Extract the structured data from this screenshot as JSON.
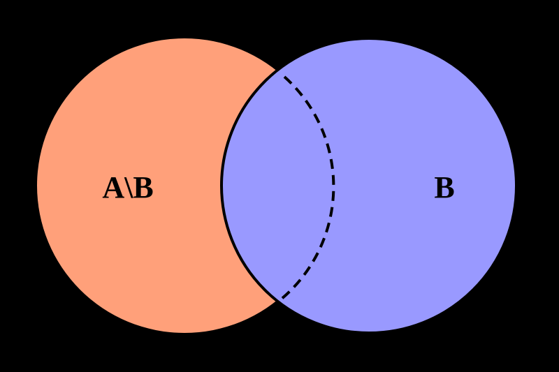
{
  "diagram": {
    "type": "venn",
    "background_color": "#000000",
    "sets": {
      "a_minus_b": {
        "label": "A\\B",
        "fill_color": "#FFA07A"
      },
      "b": {
        "label": "B",
        "fill_color": "#9999FF"
      }
    },
    "outline_color": "#000000",
    "hidden_boundary_style": "dashed"
  }
}
